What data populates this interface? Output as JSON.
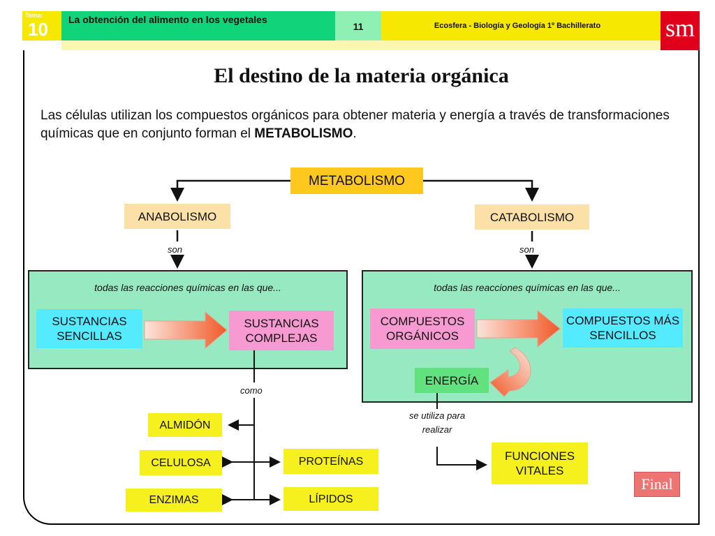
{
  "header": {
    "tema_label": "Tema:",
    "tema_number": "10",
    "chapter_title": "La obtención del alimento en los vegetales",
    "page_number": "11",
    "book_title": "Ecosfera - Biología y Geología 1º Bachillerato",
    "publisher_logo": "sm"
  },
  "slide": {
    "title": "El destino de la materia orgánica",
    "intro_text": "Las células utilizan los compuestos orgánicos para obtener materia y energía a través de transformaciones químicas que en conjunto forman el ",
    "intro_bold": "METABOLISMO",
    "intro_end": "."
  },
  "diagram": {
    "metabolismo": "METABOLISMO",
    "anabolismo": "ANABOLISMO",
    "catabolismo": "CATABOLISMO",
    "son_left": "son",
    "son_right": "son",
    "left_panel_text": "todas las reacciones químicas en las que...",
    "right_panel_text": "todas las reacciones químicas en las que...",
    "sustancias_sencillas": "SUSTANCIAS SENCILLAS",
    "sustancias_complejas": "SUSTANCIAS COMPLEJAS",
    "compuestos_organicos": "COMPUESTOS ORGÁNICOS",
    "compuestos_sencillos": "COMPUESTOS MÁS SENCILLOS",
    "energia": "ENERGÍA",
    "como": "como",
    "se_utiliza": "se utiliza para realizar",
    "almidon": "ALMIDÓN",
    "celulosa": "CELULOSA",
    "enzimas": "ENZIMAS",
    "proteinas": "PROTEÍNAS",
    "lipidos": "LÍPIDOS",
    "funciones_vitales": "FUNCIONES VITALES"
  },
  "nav": {
    "final_button": "Final"
  },
  "colors": {
    "tema_yellow": "#f7e800",
    "chapter_green": "#11d37a",
    "logo_red": "#e0001b",
    "panel_green": "#96e9c0",
    "metabolismo_orange": "#ffc81e"
  }
}
